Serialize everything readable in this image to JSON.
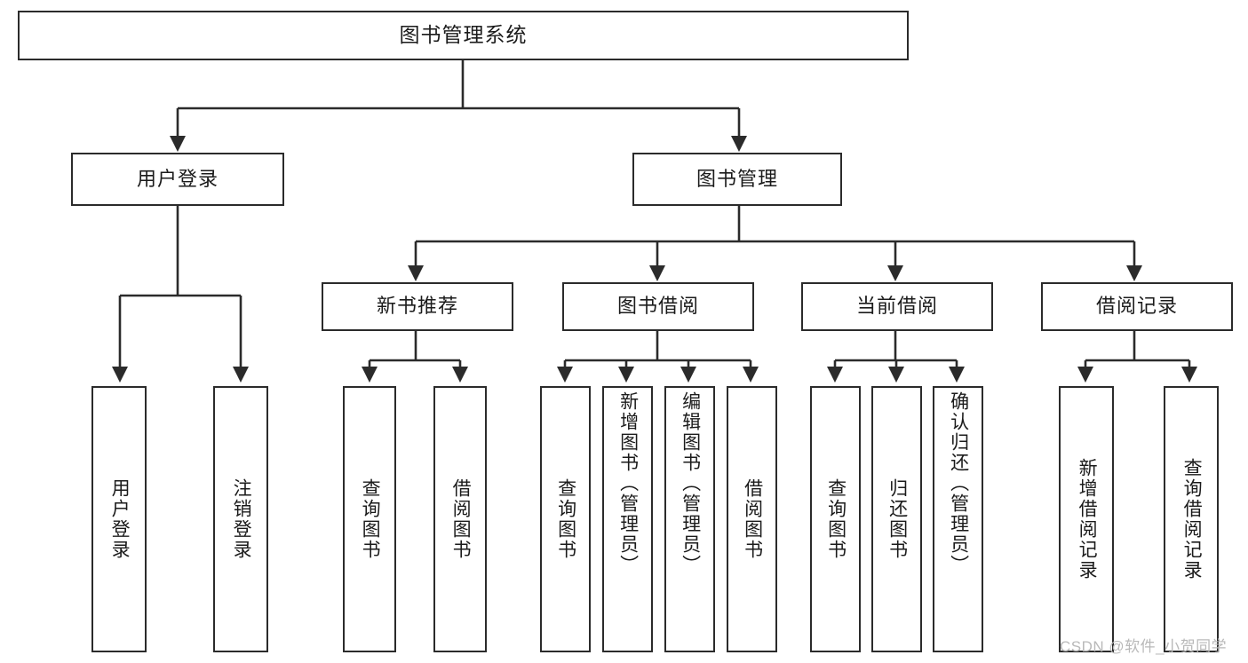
{
  "diagram": {
    "type": "tree",
    "title": "图书管理系统",
    "orientation": "top-down",
    "colors": {
      "background": "#ffffff",
      "box_border": "#2b2b2b",
      "box_fill": "#ffffff",
      "edge": "#2b2b2b",
      "text": "#1b1b1b",
      "watermark": "#b9b9b9"
    },
    "levels": 4
  },
  "root": {
    "label": "图书管理系统"
  },
  "level2": [
    {
      "label": "用户登录"
    },
    {
      "label": "图书管理"
    }
  ],
  "level3": [
    {
      "label": "新书推荐"
    },
    {
      "label": "图书借阅"
    },
    {
      "label": "当前借阅"
    },
    {
      "label": "借阅记录"
    }
  ],
  "leaves": {
    "user_login": [
      {
        "label": "用户登录"
      },
      {
        "label": "注销登录"
      }
    ],
    "new_book": [
      {
        "label": "查询图书"
      },
      {
        "label": "借阅图书"
      }
    ],
    "book_borrow": [
      {
        "label": "查询图书"
      },
      {
        "label": "新增图书（管理员）"
      },
      {
        "label": "编辑图书（管理员）"
      },
      {
        "label": "借阅图书"
      }
    ],
    "current_borrow": [
      {
        "label": "查询图书"
      },
      {
        "label": "归还图书"
      },
      {
        "label": "确认归还（管理员）"
      }
    ],
    "borrow_record": [
      {
        "label": "新增借阅记录"
      },
      {
        "label": "查询借阅记录"
      }
    ]
  },
  "watermark": {
    "text": "CSDN @软件_小贺同学"
  }
}
